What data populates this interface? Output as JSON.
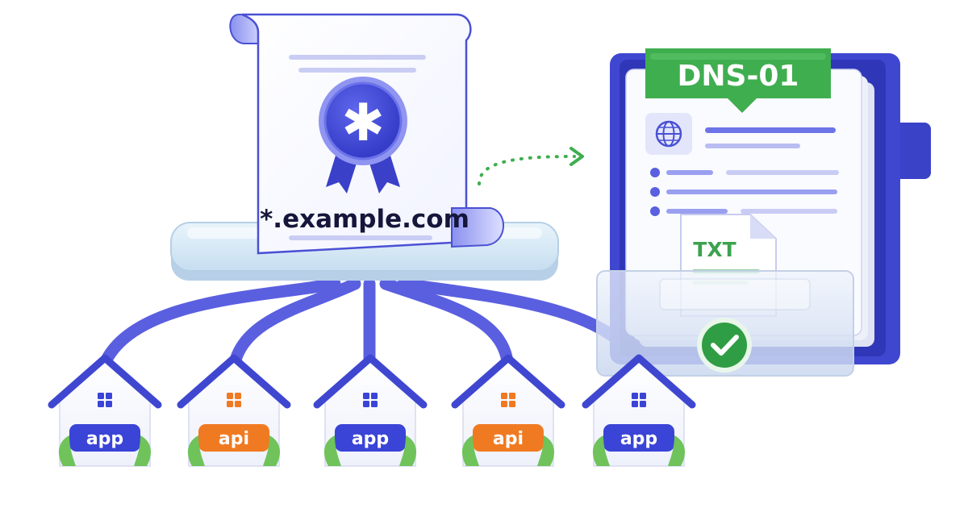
{
  "certificate": {
    "domain": "*.example.com",
    "badge_symbol": "✱"
  },
  "challenge": {
    "title": "DNS-01",
    "record_type": "TXT"
  },
  "houses": [
    {
      "label": "app",
      "kind": "app"
    },
    {
      "label": "api",
      "kind": "api"
    },
    {
      "label": "app",
      "kind": "app"
    },
    {
      "label": "api",
      "kind": "api"
    },
    {
      "label": "app",
      "kind": "app"
    }
  ],
  "colors": {
    "primary": "#3f47d1",
    "primary_light": "#6d74e8",
    "pipe": "#5a5fe0",
    "app_label": "#3a44d6",
    "api_label": "#f07a22",
    "dns_green": "#3fae4f",
    "check_green": "#2f9d44",
    "txt_green": "#3ca24f",
    "grass": "#6fc35a"
  },
  "icons": {
    "badge": "asterisk-badge-icon",
    "globe": "globe-icon",
    "check": "checkmark-icon",
    "arrow": "dotted-arrow-icon",
    "window": "window-icon"
  }
}
